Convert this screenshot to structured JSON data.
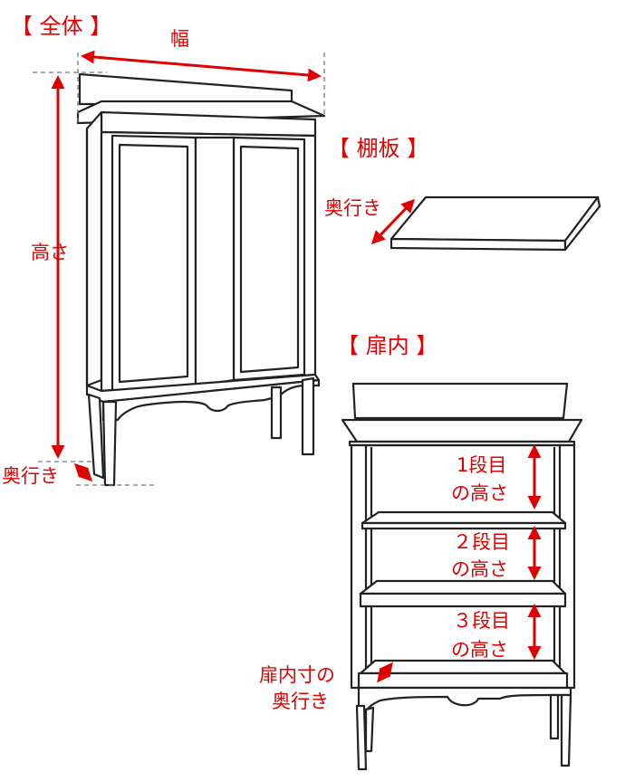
{
  "sections": {
    "whole": "【 全体 】",
    "shelf": "【 棚板 】",
    "interior": "【 扉内 】"
  },
  "labels": {
    "width": "幅",
    "height": "高さ",
    "depth": "奥行き",
    "shelf_depth": "奥行き",
    "tier1_line1": "1段目",
    "tier1_line2": "の高さ",
    "tier2_line1": "２段目",
    "tier2_line2": "の高さ",
    "tier3_line1": "３段目",
    "tier3_line2": "の高さ",
    "inner_depth_line1": "扉内寸の",
    "inner_depth_line2": "奥行き"
  },
  "colors": {
    "accent": "#e00000",
    "line": "#222222",
    "guide": "#777777"
  }
}
